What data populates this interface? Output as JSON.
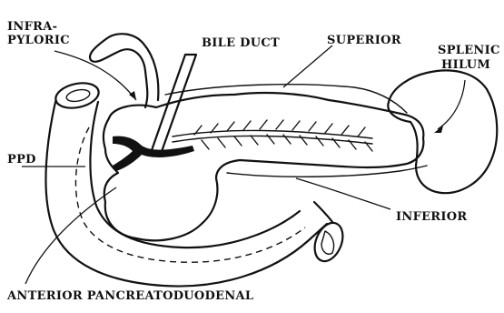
{
  "labels": {
    "infrapyloric_line1": "INFRA-",
    "infrapyloric_line2": "PYLORIC",
    "bile_duct": "BILE DUCT",
    "superior": "SUPERIOR",
    "splenic_hilum_line1": "SPLENIC",
    "splenic_hilum_line2": "HILUM",
    "ppd": "PPD",
    "inferior": "INFERIOR",
    "anterior_pancreatoduodenal": "ANTERIOR PANCREATODUODENAL"
  }
}
